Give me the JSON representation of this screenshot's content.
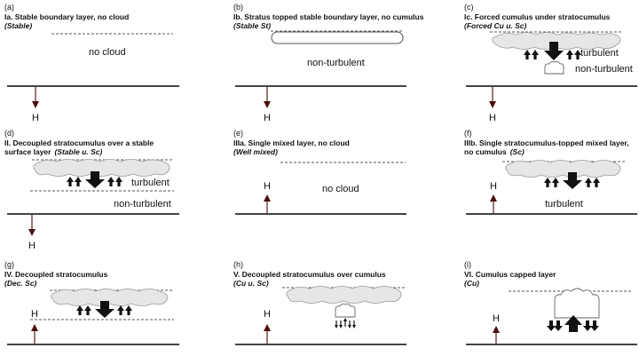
{
  "panels": [
    {
      "letter": "(a)",
      "title": "Ia. Stable boundary layer, no cloud",
      "subtitle": "(Stable)",
      "labels": [
        "no cloud"
      ]
    },
    {
      "letter": "(b)",
      "title": "Ib. Stratus topped stable boundary layer, no cumulus",
      "subtitle": "(Stable St)",
      "labels": [
        "non-turbulent"
      ]
    },
    {
      "letter": "(c)",
      "title": "Ic. Forced cumulus under stratocumulus",
      "subtitle": "(Forced Cu u. Sc)",
      "labels": [
        "turbulent",
        "non-turbulent"
      ]
    },
    {
      "letter": "(d)",
      "title": "II. Decoupled stratocumulus over a stable",
      "title2": "surface layer",
      "subtitle": "(Stable u. Sc)",
      "labels": [
        "turbulent",
        "non-turbulent"
      ]
    },
    {
      "letter": "(e)",
      "title": "IIIa. Single mixed layer, no cloud",
      "subtitle": "(Well mixed)",
      "labels": [
        "no cloud"
      ]
    },
    {
      "letter": "(f)",
      "title": "IIIb. Single stratocumulus-topped mixed layer,",
      "title2": "no cumulus",
      "subtitle": "(Sc)",
      "labels": [
        "turbulent"
      ]
    },
    {
      "letter": "(g)",
      "title": "IV. Decoupled stratocumulus",
      "subtitle": "(Dec. Sc)",
      "labels": []
    },
    {
      "letter": "(h)",
      "title": "V. Decoupled stratocumulus over cumulus",
      "subtitle": "(Cu u. Sc)",
      "labels": []
    },
    {
      "letter": "(i)",
      "title": "VI. Cumulus capped layer",
      "subtitle": "(Cu)",
      "labels": []
    }
  ],
  "flux_label": "H",
  "colors": {
    "cloud": "#e6e6e6",
    "ground": "#444444",
    "flux": "#4a1010"
  }
}
